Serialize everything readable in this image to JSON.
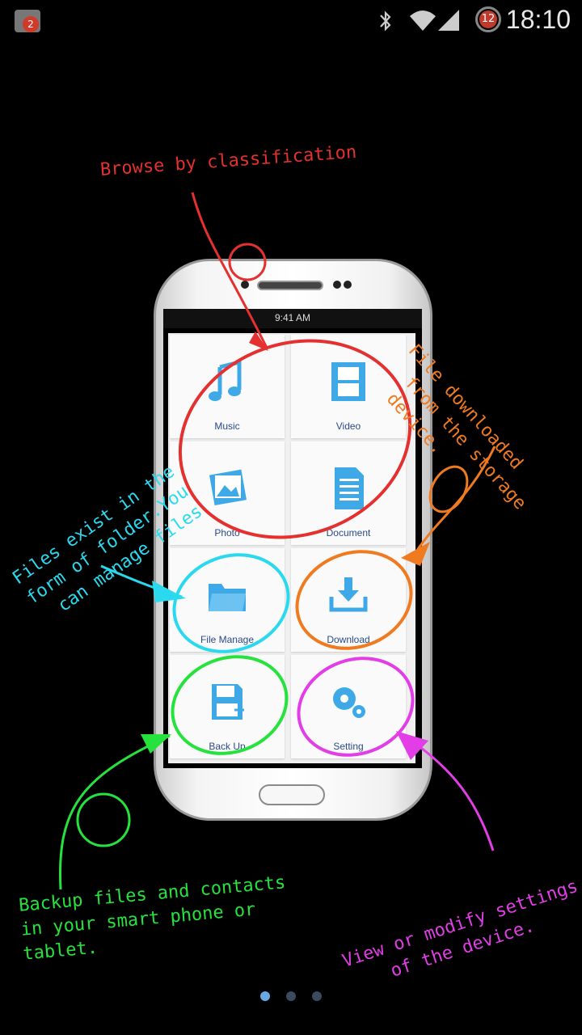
{
  "statusbar": {
    "time": "18:10",
    "notif_count": "2",
    "circle_num": "12"
  },
  "phone": {
    "status_time": "9:41 AM",
    "tiles": [
      {
        "label": "Music",
        "icon": "music-note-icon"
      },
      {
        "label": "Video",
        "icon": "film-strip-icon"
      },
      {
        "label": "Photo",
        "icon": "photo-icon"
      },
      {
        "label": "Document",
        "icon": "document-icon"
      },
      {
        "label": "File Manage",
        "icon": "folder-icon"
      },
      {
        "label": "Download",
        "icon": "download-icon"
      },
      {
        "label": "Back Up",
        "icon": "floppy-icon"
      },
      {
        "label": "Setting",
        "icon": "gear-icon"
      }
    ]
  },
  "annotations": {
    "red": "Browse by classification",
    "orange": "File downloaded\n  from the storage\n  device.",
    "cyan": "Files exist in the\nform of folder.You\n  can manage files",
    "green": "Backup files and contacts\nin your smart phone or\ntablet.",
    "magenta": "View or modify settings\n    of the device."
  },
  "colors": {
    "red": "#e53030",
    "orange": "#f07a20",
    "cyan": "#2bd9ef",
    "green": "#26e23c",
    "magenta": "#e23de6",
    "icon_blue": "#3fa9e8"
  },
  "pager": {
    "total": 3,
    "active": 1
  }
}
